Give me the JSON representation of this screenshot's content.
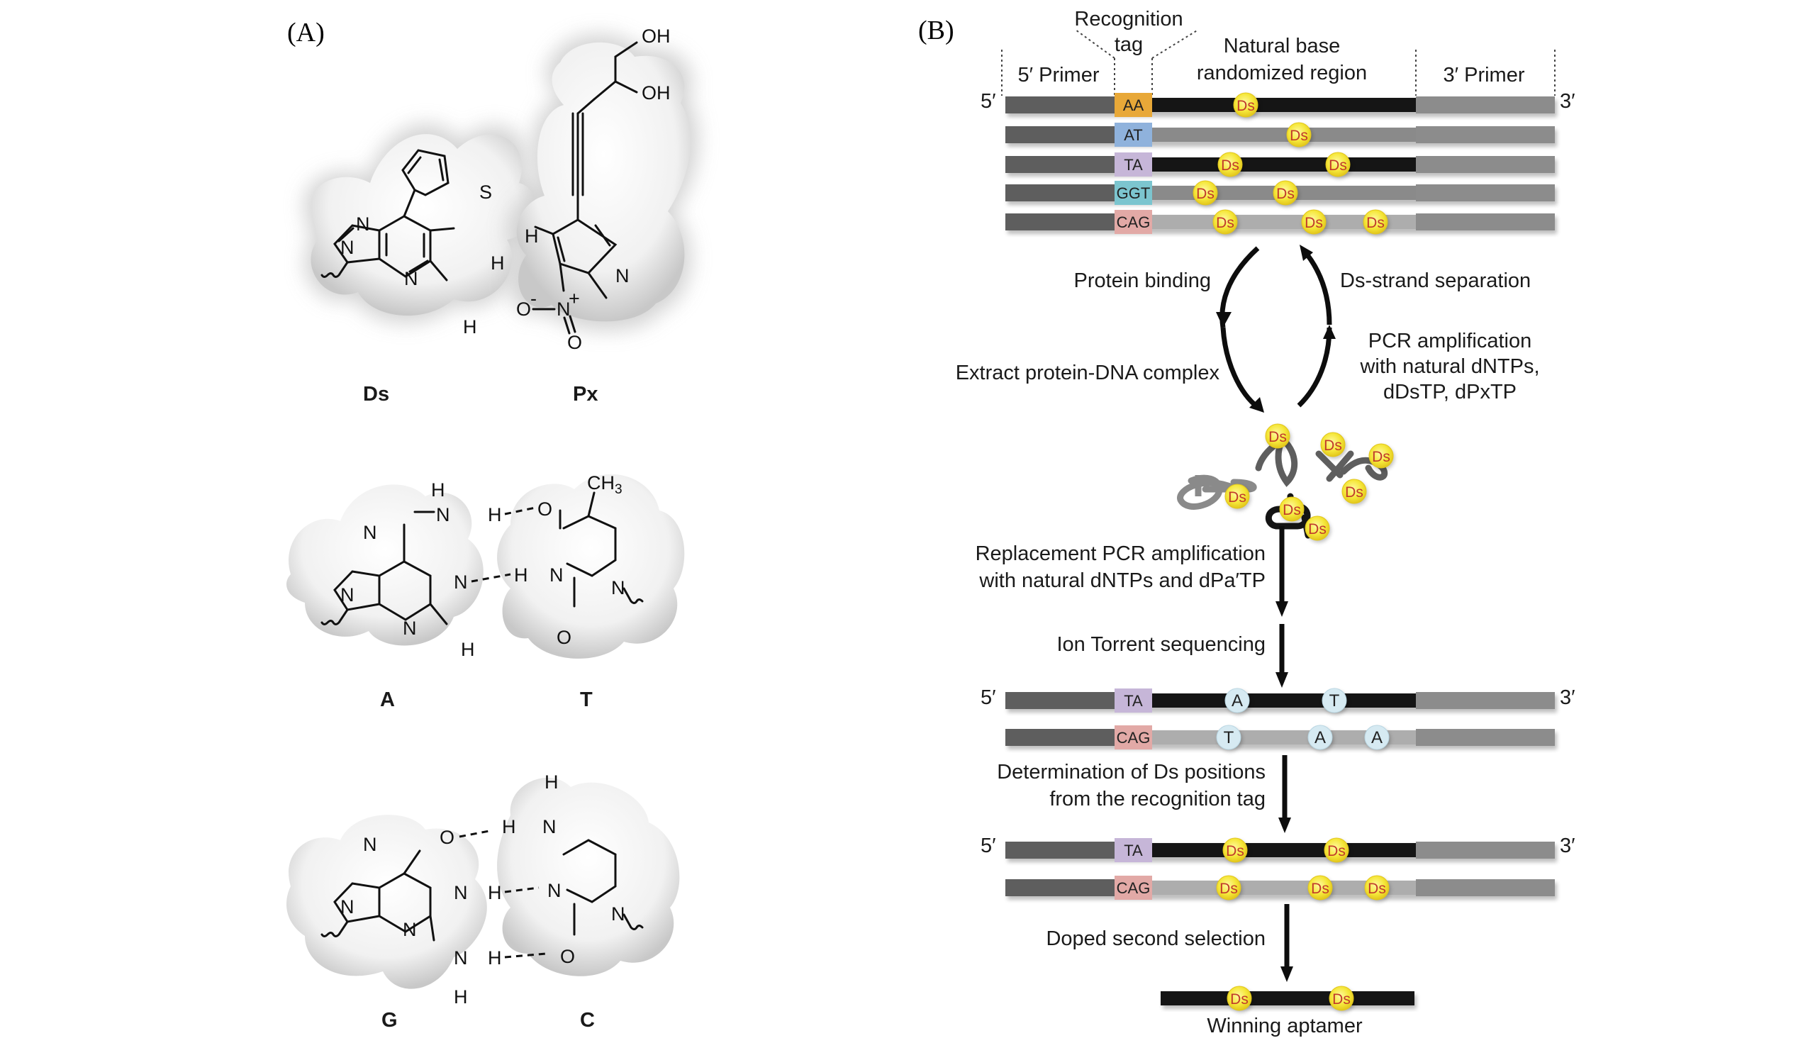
{
  "panel_a": {
    "label": "(A)",
    "pairs": [
      {
        "left": "Ds",
        "right": "Px"
      },
      {
        "left": "A",
        "right": "T"
      },
      {
        "left": "G",
        "right": "C"
      }
    ],
    "atoms": {
      "ds": {
        "n1": "N",
        "n2": "N",
        "n3": "N",
        "s": "S",
        "h1": "H",
        "h2": "H"
      },
      "px": {
        "oh1": "OH",
        "oh2": "OH",
        "h": "H",
        "n": "N",
        "nitro_o1": "O",
        "nitro_n": "N",
        "nitro_o2": "O",
        "minus": "-",
        "plus": "+"
      },
      "a": {
        "h_top": "H",
        "n_amine": "N",
        "h_amine": "H",
        "n1": "N",
        "n3": "N",
        "n7": "N",
        "n9": "N",
        "h2": "H"
      },
      "t": {
        "ch3": "CH",
        "ch3_sub": "3",
        "o4": "O",
        "n3": "N",
        "h3": "H",
        "n1": "N",
        "o2": "O"
      },
      "g": {
        "o6": "O",
        "n1": "N",
        "h1": "H",
        "n3": "N",
        "n7": "N",
        "n9": "N",
        "n2": "N",
        "h2a": "H",
        "h2b": "H"
      },
      "c": {
        "h_top": "H",
        "n4": "N",
        "h4": "H",
        "n3": "N",
        "n1": "N",
        "o2": "O"
      }
    }
  },
  "panel_b": {
    "label": "(B)",
    "header": {
      "recognition_tag_line1": "Recognition",
      "recognition_tag_line2": "tag",
      "natural_line1": "Natural base",
      "natural_line2": "randomized region",
      "primer5": "5′ Primer",
      "primer3": "3′ Primer",
      "end5": "5′",
      "end3": "3′"
    },
    "library": [
      {
        "tag": "AA",
        "tag_color": "#e8a838",
        "strand_color": "#151515",
        "ds": [
          "Ds"
        ]
      },
      {
        "tag": "AT",
        "tag_color": "#8fb2dc",
        "strand_color": "#8a8a8a",
        "ds": [
          "Ds"
        ]
      },
      {
        "tag": "TA",
        "tag_color": "#c6b6d8",
        "strand_color": "#151515",
        "ds": [
          "Ds",
          "Ds"
        ]
      },
      {
        "tag": "GGT",
        "tag_color": "#7cc5cf",
        "strand_color": "#8a8a8a",
        "ds": [
          "Ds",
          "Ds"
        ]
      },
      {
        "tag": "CAG",
        "tag_color": "#e2a9a6",
        "strand_color": "#adadad",
        "ds": [
          "Ds",
          "Ds",
          "Ds"
        ]
      }
    ],
    "cycle": {
      "protein_binding": "Protein binding",
      "extract": "Extract protein-DNA complex",
      "ds_strand_separation": "Ds-strand separation",
      "pcr_line1": "PCR amplification",
      "pcr_line2": "with natural dNTPs,",
      "pcr_line3": "dDsTP, dPxTP"
    },
    "complex_ds_label": "Ds",
    "steps": {
      "replacement_line1": "Replacement PCR amplification",
      "replacement_line2": "with natural dNTPs and dPa′TP",
      "ion_torrent": "Ion Torrent sequencing",
      "determination_line1": "Determination of Ds positions",
      "determination_line2": "from the recognition tag",
      "doped": "Doped second selection",
      "winning": "Winning aptamer"
    },
    "sequenced": [
      {
        "tag": "TA",
        "tag_color": "#c6b6d8",
        "strand_color": "#151515",
        "bases": [
          "A",
          "T"
        ]
      },
      {
        "tag": "CAG",
        "tag_color": "#e2a9a6",
        "strand_color": "#adadad",
        "bases": [
          "T",
          "A",
          "A"
        ]
      }
    ],
    "decoded": [
      {
        "tag": "TA",
        "tag_color": "#c6b6d8",
        "strand_color": "#151515",
        "ds": [
          "Ds",
          "Ds"
        ]
      },
      {
        "tag": "CAG",
        "tag_color": "#e2a9a6",
        "strand_color": "#adadad",
        "ds": [
          "Ds",
          "Ds",
          "Ds"
        ]
      }
    ],
    "aptamer": {
      "ds": [
        "Ds",
        "Ds"
      ]
    },
    "colors": {
      "primer5": "#5e5e5e",
      "primer3": "#8c8c8c",
      "ds_fill": "#f5e73a",
      "ds_text": "#c0392b",
      "nt_fill": "#d6eaf2",
      "arrow": "#0d0d0d"
    }
  }
}
